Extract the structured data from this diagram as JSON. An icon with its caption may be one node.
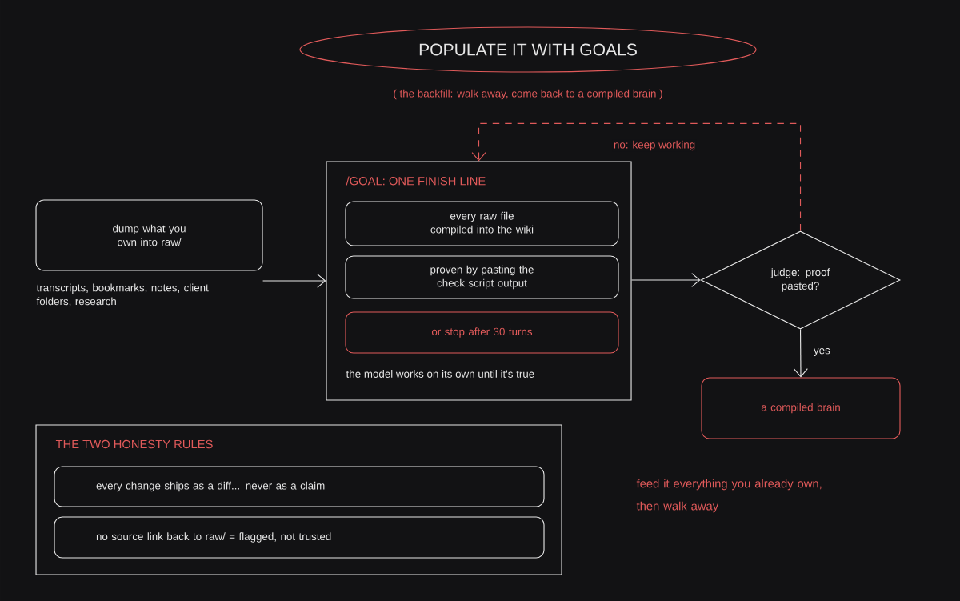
{
  "diagram": {
    "nodes": [
      {
        "text": [
          "POPULATE IT WITH GOALS"
        ]
      },
      {
        "text": [
          "dump what you own into raw/"
        ],
        "beside": [
          "transcripts, bookmarks, notes, client folders, research"
        ]
      },
      {
        "text": [
          "/GOAL: ONE FINISH LINE",
          "the model works on its own until it's true"
        ]
      },
      {
        "text": [
          "every raw file compiled into the wiki"
        ],
        "in": 2
      },
      {
        "text": [
          "proven by pasting the check script output"
        ],
        "in": 2
      },
      {
        "text": [
          "or stop after 30 turns"
        ],
        "in": 2
      },
      {
        "text": [
          "judge: proof pasted?"
        ]
      },
      {
        "text": [
          "a compiled brain"
        ]
      },
      {
        "text": [
          "THE TWO HONESTY RULES"
        ]
      },
      {
        "text": [
          "every change ships as a diff... never as a claim"
        ],
        "in": 8
      },
      {
        "text": [
          "no source link back to raw/ = flagged, not trusted"
        ],
        "in": 8
      }
    ],
    "edges": [
      {
        "from": 1,
        "to": 2,
        "arrow": "to"
      },
      {
        "from": 2,
        "to": 6,
        "arrow": "to"
      },
      {
        "from": 6,
        "to": 7,
        "arrow": "to",
        "label": "yes"
      },
      {
        "from": 6,
        "to": 2,
        "arrow": "to",
        "label": "no: keep working",
        "style": "dashed",
        "color": "#e05a5a"
      }
    ],
    "labels": [
      "( the backfill: walk away, come back to a compiled brain )",
      "feed it everything you already own, then walk away"
    ]
  }
}
